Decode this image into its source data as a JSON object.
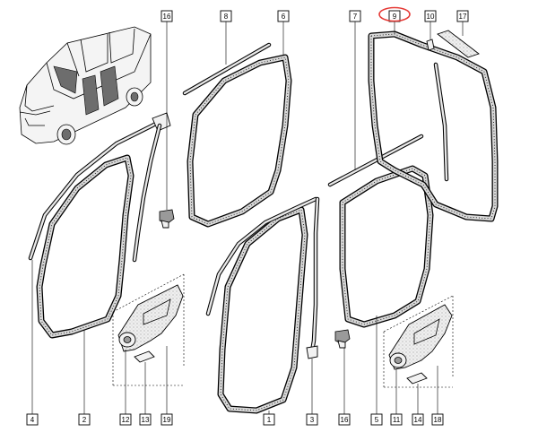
{
  "callouts": {
    "c16_top": "16",
    "c8": "8",
    "c6": "6",
    "c7": "7",
    "c9": "9",
    "c10": "10",
    "c17": "17",
    "c4": "4",
    "c2": "2",
    "c12": "12",
    "c13": "13",
    "c19": "19",
    "c1": "1",
    "c3": "3",
    "c16_bottom": "16",
    "c5": "5",
    "c11": "11",
    "c14": "14",
    "c18": "18"
  },
  "colors": {
    "highlight": "#e53935",
    "ink": "#000000",
    "rubber": "#d8d8d8"
  },
  "highlighted_callout": "9"
}
